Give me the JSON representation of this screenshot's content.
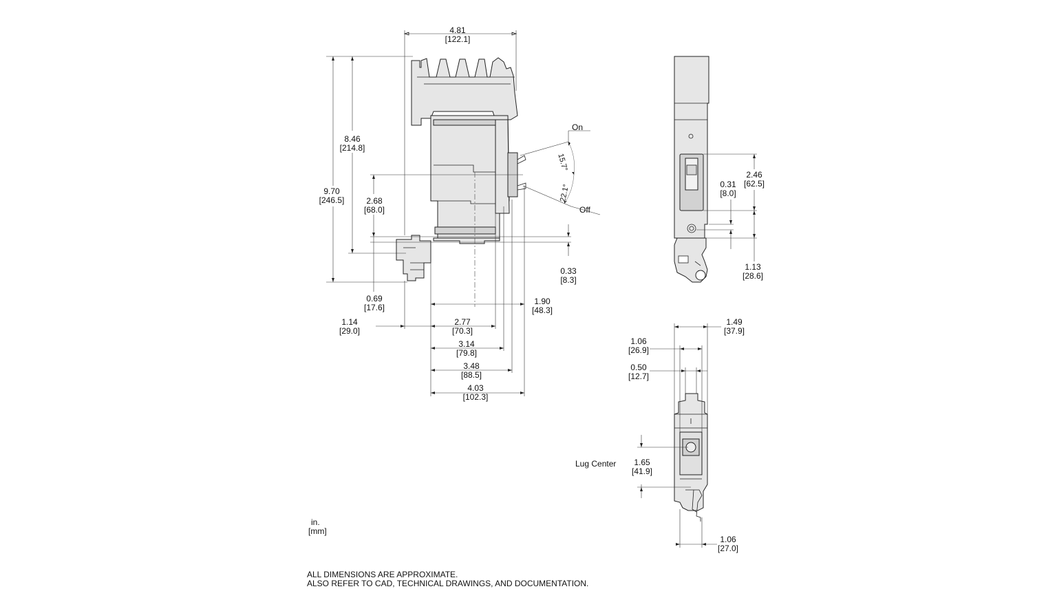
{
  "side_view": {
    "width_top": {
      "in": "4.81",
      "mm": "[122.1]"
    },
    "height_inner": {
      "in": "8.46",
      "mm": "[214.8]"
    },
    "height_total": {
      "in": "9.70",
      "mm": "[246.5]"
    },
    "handle_height": {
      "in": "2.68",
      "mm": "[68.0]"
    },
    "lug_offset": {
      "in": "0.69",
      "mm": "[17.6]"
    },
    "left_offset": {
      "in": "1.14",
      "mm": "[29.0]"
    },
    "depth_277": {
      "in": "2.77",
      "mm": "[70.3]"
    },
    "depth_314": {
      "in": "3.14",
      "mm": "[79.8]"
    },
    "depth_348": {
      "in": "3.48",
      "mm": "[88.5]"
    },
    "depth_403": {
      "in": "4.03",
      "mm": "[102.3]"
    },
    "depth_190": {
      "in": "1.90",
      "mm": "[48.3]"
    },
    "base_033": {
      "in": "0.33",
      "mm": "[8.3]"
    },
    "handle_on": "On",
    "handle_off": "Off",
    "angle_on": "15.7°",
    "angle_off": "22.1°"
  },
  "front_view": {
    "handle_246": {
      "in": "2.46",
      "mm": "[62.5]"
    },
    "hole_031": {
      "in": "0.31",
      "mm": "[8.0]"
    },
    "bottom_113": {
      "in": "1.13",
      "mm": "[28.6]"
    }
  },
  "bottom_view": {
    "width_149": {
      "in": "1.49",
      "mm": "[37.9]"
    },
    "width_106_top": {
      "in": "1.06",
      "mm": "[26.9]"
    },
    "width_050": {
      "in": "0.50",
      "mm": "[12.7]"
    },
    "lug_center_label": "Lug Center",
    "lug_165": {
      "in": "1.65",
      "mm": "[41.9]"
    },
    "width_106_bottom": {
      "in": "1.06",
      "mm": "[27.0]"
    }
  },
  "units": {
    "in": "in.",
    "mm": "[mm]"
  },
  "notes": {
    "line1": "ALL DIMENSIONS ARE APPROXIMATE.",
    "line2": "ALSO REFER TO CAD, TECHNICAL DRAWINGS, AND DOCUMENTATION."
  }
}
